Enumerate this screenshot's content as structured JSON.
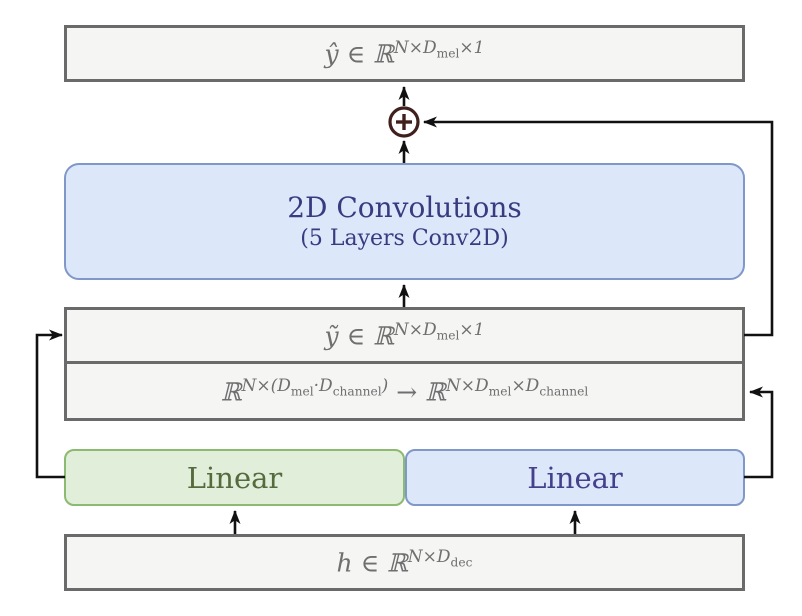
{
  "diagram": {
    "output_box": {
      "formula": "ŷ ∈ ℝ^{N×D_{mel}×1}"
    },
    "conv_box": {
      "title": "2D Convolutions",
      "subtitle": "(5 Layers Conv2D)"
    },
    "ytilde_box": {
      "formula": "ỹ ∈ ℝ^{N×D_{mel}×1}"
    },
    "reshape_box": {
      "formula": "ℝ^{N×(D_{mel}·D_{channel})} → ℝ^{N×D_{mel}×D_{channel}}"
    },
    "linear_left": {
      "label": "Linear"
    },
    "linear_right": {
      "label": "Linear"
    },
    "input_box": {
      "formula": "h ∈ ℝ^{N×D_{dec}}"
    },
    "add_node": {
      "symbol": "⊕"
    },
    "colors": {
      "box_fill_gray": "#f5f5f4",
      "box_border_gray": "#6a6a6a",
      "math_text": "#6f6f6f",
      "box_fill_blue": "#dce8fa",
      "box_border_blue": "#8097c9",
      "conv_text": "#3a3a80",
      "box_fill_green": "#e1eeda",
      "box_border_green": "#8cba70",
      "linear_green_text": "#556b3e",
      "linear_blue_text": "#43418c",
      "wire": "#111111",
      "add_node": "#40201d"
    }
  }
}
